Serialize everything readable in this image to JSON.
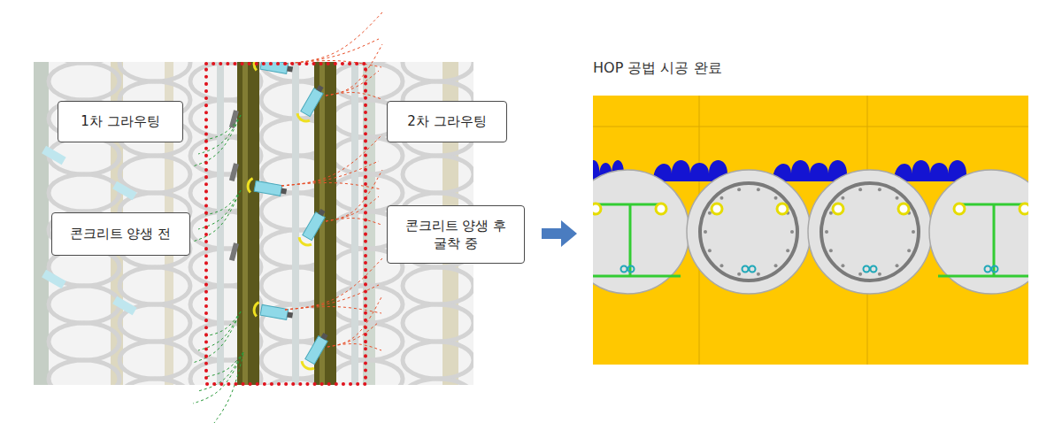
{
  "diagram": {
    "nodes": [
      {
        "text": [
          "1차 그라우팅"
        ]
      },
      {
        "text": [
          "2차 그라우팅"
        ]
      },
      {
        "text": [
          "콘크리트 양생 전"
        ]
      },
      {
        "text": [
          "콘크리트 양생 후 굴착 중"
        ]
      }
    ],
    "labels": [
      "HOP 공법 시공 완료"
    ]
  }
}
